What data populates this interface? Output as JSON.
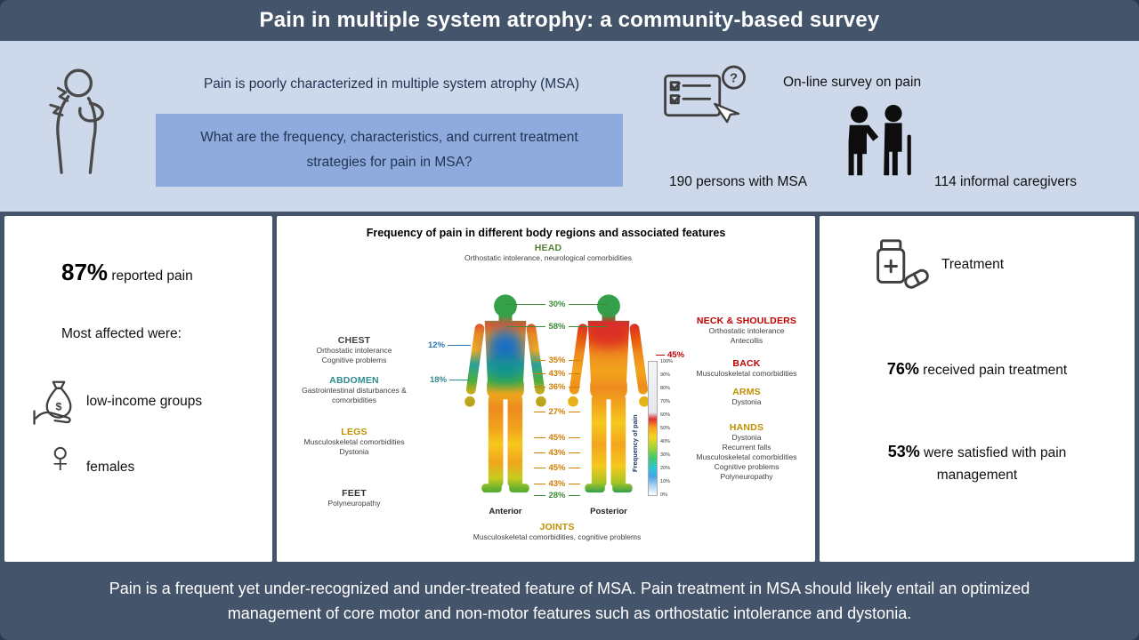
{
  "colors": {
    "header_bg": "#44546a",
    "band_bg": "#cdd9ea",
    "question_bg": "#8faadc",
    "green": "#3d8b37",
    "orange": "#d07d00",
    "yellow": "#bf8f00",
    "red": "#c00000",
    "blue": "#2e75b6",
    "teal": "#2e8b8f"
  },
  "header": {
    "title": "Pain in multiple system atrophy: a community-based survey"
  },
  "intro": {
    "statement": "Pain is poorly characterized in multiple system atrophy (MSA)",
    "question_line1": "What are the frequency, characteristics, and current treatment",
    "question_line2": "strategies for pain in MSA?",
    "survey_label": "On-line survey on pain",
    "msa_count": "190 persons with MSA",
    "caregiver_count": "114 informal caregivers"
  },
  "left_panel": {
    "stat_value": "87%",
    "stat_label": "reported pain",
    "affected_heading": "Most affected were:",
    "group1": "low-income groups",
    "group2": "females"
  },
  "figure": {
    "title": "Frequency of pain in different body regions and associated features",
    "captions": {
      "anterior": "Anterior",
      "posterior": "Posterior"
    },
    "regions": {
      "head": {
        "title": "HEAD",
        "features": [
          "Orthostatic intolerance, neurological comorbidities"
        ]
      },
      "chest": {
        "title": "CHEST",
        "features": [
          "Orthostatic intolerance",
          "Cognitive problems"
        ]
      },
      "abdomen": {
        "title": "ABDOMEN",
        "features": [
          "Gastrointestinal disturbances &",
          "comorbidities"
        ]
      },
      "legs": {
        "title": "LEGS",
        "features": [
          "Musculoskeletal comorbidities",
          "Dystonia"
        ]
      },
      "feet": {
        "title": "FEET",
        "features": [
          "Polyneuropathy"
        ]
      },
      "neck_shoulders": {
        "title": "NECK & SHOULDERS",
        "features": [
          "Orthostatic intolerance",
          "Antecollis"
        ]
      },
      "back": {
        "title": "BACK",
        "features": [
          "Musculoskeletal comorbidities"
        ]
      },
      "arms": {
        "title": "ARMS",
        "features": [
          "Dystonia"
        ]
      },
      "hands": {
        "title": "HANDS",
        "features": [
          "Dystonia",
          "Recurrent falls",
          "Musculoskeletal comorbidities",
          "Cognitive problems",
          "Polyneuropathy"
        ]
      },
      "joints": {
        "title": "JOINTS",
        "features": [
          "Musculoskeletal comorbidities, cognitive problems"
        ]
      }
    },
    "percents": {
      "head_top": "30%",
      "head_bottom": "58%",
      "chest_left": "12%",
      "abdomen_left": "18%",
      "neck_right": "45%",
      "column": [
        "35%",
        "43%",
        "36%",
        "27%",
        "45%",
        "43%",
        "45%",
        "43%",
        "28%"
      ]
    },
    "colorbar": {
      "label": "Frequency of pain",
      "ticks": [
        "100%",
        "90%",
        "80%",
        "70%",
        "60%",
        "50%",
        "40%",
        "30%",
        "20%",
        "10%",
        "0%"
      ]
    }
  },
  "right_panel": {
    "treatment_label": "Treatment",
    "stat1_value": "76%",
    "stat1_label": "received pain treatment",
    "stat2_value": "53%",
    "stat2_label": "were satisfied with pain management"
  },
  "footer": {
    "line1": "Pain is a frequent yet under-recognized and under-treated feature of MSA. Pain treatment in MSA should likely entail an optimized",
    "line2": "management of core motor and non-motor features such as orthostatic intolerance and dystonia."
  }
}
